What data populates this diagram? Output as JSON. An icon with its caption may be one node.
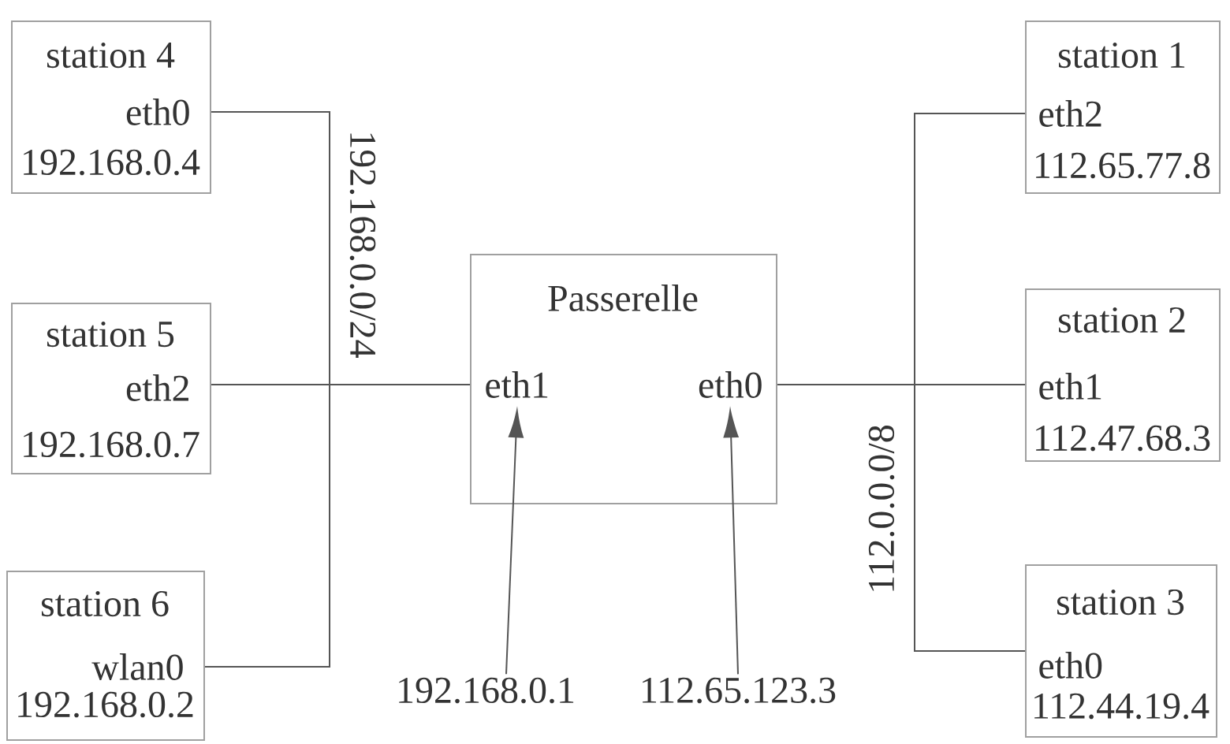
{
  "diagram": {
    "nodes": [
      {
        "text": [
          "station 4",
          "eth0",
          "192.168.0.4"
        ]
      },
      {
        "text": [
          "station 5",
          "eth2",
          "192.168.0.7"
        ]
      },
      {
        "text": [
          "station 6",
          "wlan0",
          "192.168.0.2"
        ]
      },
      {
        "text": [
          "Passerelle"
        ]
      },
      {
        "text": [
          "eth1"
        ],
        "in": 3
      },
      {
        "text": [
          "eth0"
        ],
        "in": 3
      },
      {
        "text": [
          "station 1",
          "eth2",
          "112.65.77.8"
        ]
      },
      {
        "text": [
          "station 2",
          "eth1",
          "112.47.68.3"
        ]
      },
      {
        "text": [
          "station 3",
          "eth0",
          "112.44.19.4"
        ]
      },
      {
        "text": [
          "192.168.0.1"
        ]
      },
      {
        "text": [
          "112.65.123.3"
        ]
      }
    ],
    "edges": [
      {
        "from": 0,
        "to": 4,
        "arrow": "none"
      },
      {
        "from": 1,
        "to": 4,
        "arrow": "none"
      },
      {
        "from": 2,
        "to": 4,
        "arrow": "none"
      },
      {
        "from": 5,
        "to": 6,
        "arrow": "none"
      },
      {
        "from": 5,
        "to": 7,
        "arrow": "none"
      },
      {
        "from": 5,
        "to": 8,
        "arrow": "none"
      },
      {
        "from": 9,
        "to": 4,
        "arrow": "to"
      },
      {
        "from": 10,
        "to": 5,
        "arrow": "to"
      }
    ],
    "labels": [
      "192.168.0.0/24",
      "112.0.0.0/8"
    ]
  }
}
